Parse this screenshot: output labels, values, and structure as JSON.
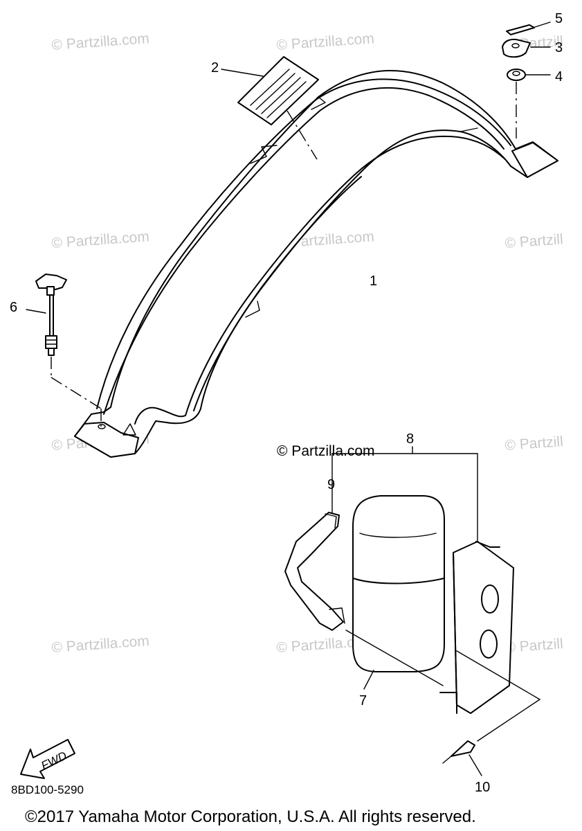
{
  "callouts": {
    "c1": "1",
    "c2": "2",
    "c3": "3",
    "c4": "4",
    "c5": "5",
    "c6": "6",
    "c7": "7",
    "c8": "8",
    "c9": "9",
    "c10": "10"
  },
  "watermark": "© Partzilla.com",
  "watermark_partial": "© Partzill",
  "fwd_label": "FWD",
  "diagram_code": "8BD100-5290",
  "copyright": "©2017  Yamaha Motor Corporation, U.S.A. All rights reserved.",
  "colors": {
    "line": "#000000",
    "watermark": "#c8c8c8",
    "background": "#ffffff"
  }
}
